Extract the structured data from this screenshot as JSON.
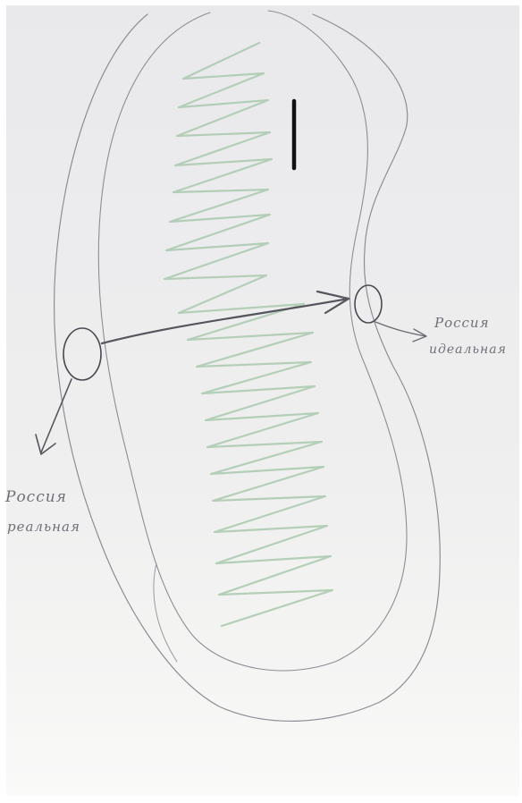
{
  "labels": {
    "ideal": {
      "line1": "Россия",
      "line2": "идеальная"
    },
    "real": {
      "line1": "Россия",
      "line2": "реальная"
    }
  },
  "marks": {
    "roman_numeral": "I"
  },
  "colors": {
    "pencil": "#8d8d96",
    "arrow": "#5a5a62",
    "green_hatch": "#a9c9ad",
    "marker": "#111111",
    "paper": "#ececee"
  },
  "icons": [
    "circle-real",
    "circle-ideal",
    "arrow-between",
    "arrow-to-label"
  ]
}
